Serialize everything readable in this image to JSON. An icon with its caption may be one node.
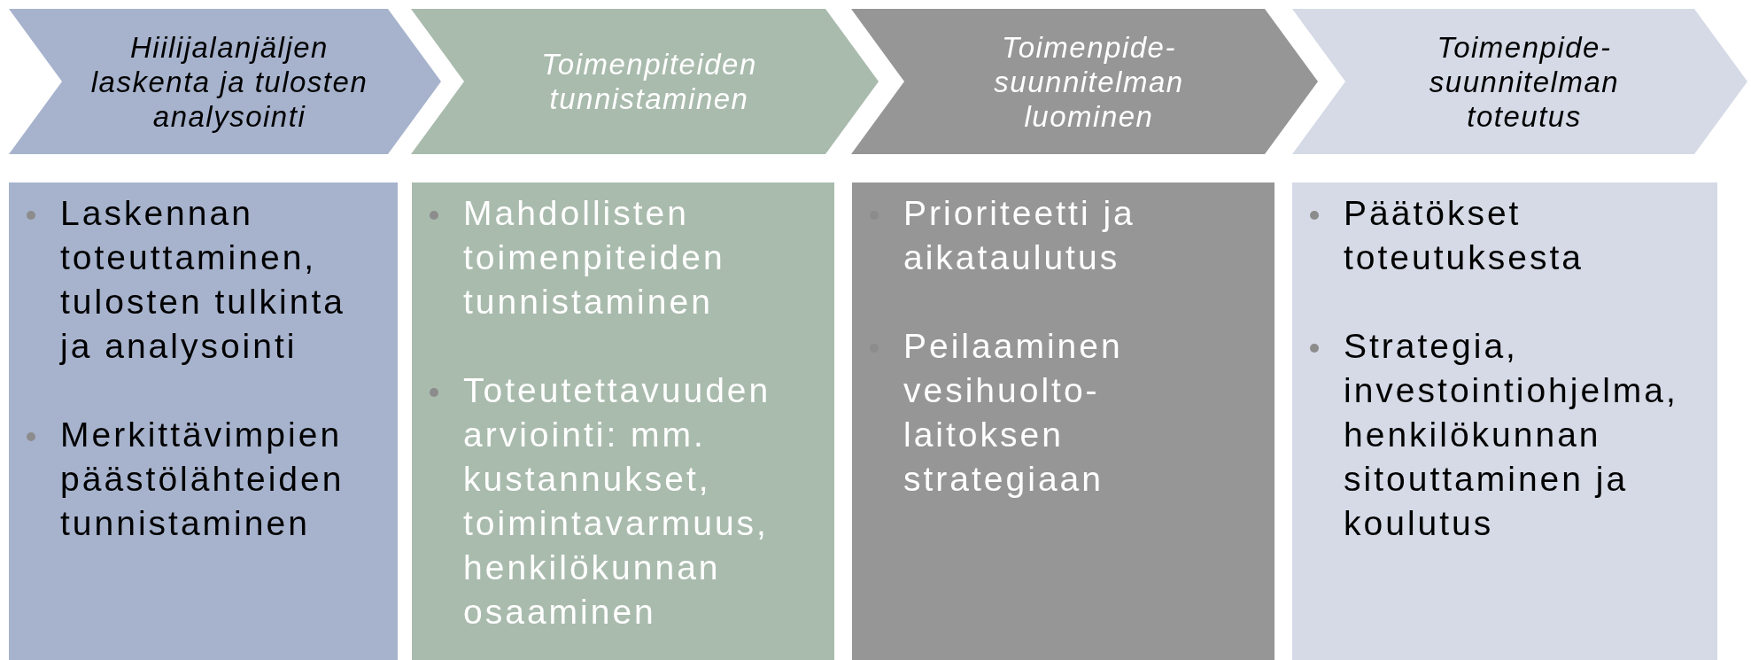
{
  "diagram": {
    "nodes": [
      {
        "text": [
          "Hiilijalanjäljen laskenta ja tulosten analysointi"
        ]
      },
      {
        "text": [
          "Toimenpiteiden tunnistaminen"
        ]
      },
      {
        "text": [
          "Toimenpide-suunnitelman luominen"
        ]
      },
      {
        "text": [
          "Toimenpide-suunnitelman toteutus"
        ]
      },
      {
        "text": [
          "Laskennan toteuttaminen, tulosten tulkinta ja analysointi",
          "Merkittävimpien päästölähteiden tunnistaminen"
        ]
      },
      {
        "text": [
          "Mahdollisten toimenpiteiden tunnistaminen",
          "Toteutettavuuden arviointi: mm. kustannukset, toimintavarmuus, henkilökunnan osaaminen"
        ]
      },
      {
        "text": [
          "Prioriteetti ja aikataulutus",
          "Peilaaminen vesihuolto-laitoksen strategiaan"
        ]
      },
      {
        "text": [
          "Päätökset toteutuksesta",
          "Strategia, investointiohjelma, henkilökunnan sitouttaminen ja koulutus"
        ]
      }
    ]
  }
}
